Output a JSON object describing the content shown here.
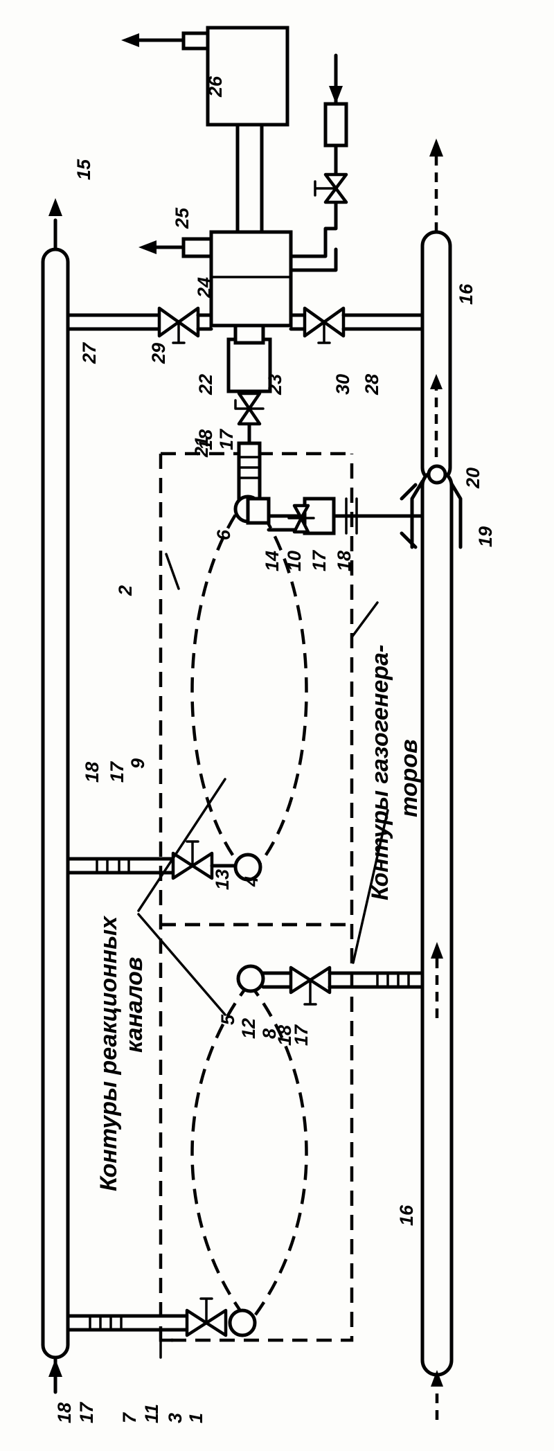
{
  "labels": {
    "l1": "1",
    "l2": "2",
    "l3": "3",
    "l4": "4",
    "l5": "5",
    "l6": "6",
    "l7": "7",
    "l8": "8",
    "l9": "9",
    "l10": "10",
    "l11": "11",
    "l12": "12",
    "l13": "13",
    "l14": "14",
    "l15": "15",
    "l16a": "16",
    "l16b": "16",
    "l17a": "17",
    "l17b": "17",
    "l17c": "17",
    "l17d": "17",
    "l17e": "17",
    "l18a": "18",
    "l18b": "18",
    "l18c": "18",
    "l18d": "18",
    "l18e": "18",
    "l19": "19",
    "l20": "20",
    "l21": "21",
    "l22": "22",
    "l23": "23",
    "l24": "24",
    "l25": "25",
    "l26": "26",
    "l27": "27",
    "l28": "28",
    "l29": "29",
    "l30": "30"
  },
  "captions": {
    "reaction_line1": "Контуры реакционных",
    "reaction_line2": "каналов",
    "gasgen_line1": "Контуры газогенера-",
    "gasgen_line2": "торов"
  }
}
